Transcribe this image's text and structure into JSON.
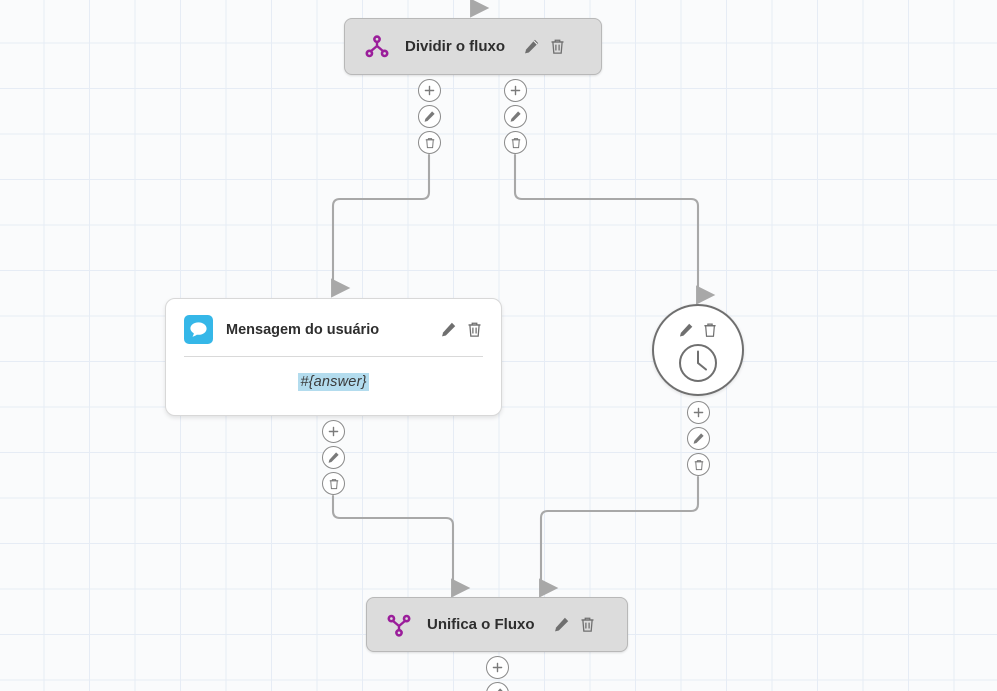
{
  "canvas": {
    "grid": true,
    "background_color": "#fafbfc",
    "grid_color": "#e6ecf5",
    "grid_size": 45.5
  },
  "palette": {
    "node_fill": "#dcdcdc",
    "node_border": "#b8b8b8",
    "card_fill": "#ffffff",
    "split_icon_color": "#9b1e9b",
    "merge_icon_color": "#9b1e9b",
    "message_icon_bg": "#35b7e8",
    "variable_highlight": "#b3dcee",
    "edge_color": "#a8a8a8",
    "action_icon_color": "#6f6f6f"
  },
  "nodes": [
    {
      "id": "split",
      "type": "split",
      "label": "Dividir o fluxo",
      "icon": "split-icon",
      "edit_label": "Editar",
      "delete_label": "Excluir"
    },
    {
      "id": "user-message",
      "type": "message",
      "label": "Mensagem do usuário",
      "icon": "message-bubble-icon",
      "body_value": "#{answer}",
      "edit_label": "Editar",
      "delete_label": "Excluir"
    },
    {
      "id": "timer",
      "type": "timer",
      "label": "",
      "icon": "clock-icon",
      "edit_label": "Editar",
      "delete_label": "Excluir"
    },
    {
      "id": "merge",
      "type": "merge",
      "label": "Unifica o Fluxo",
      "icon": "merge-icon",
      "edit_label": "Editar",
      "delete_label": "Excluir"
    }
  ],
  "connector_stacks": [
    {
      "id": "split-out-left",
      "buttons": [
        "add",
        "edit",
        "delete"
      ]
    },
    {
      "id": "split-out-right",
      "buttons": [
        "add",
        "edit",
        "delete"
      ]
    },
    {
      "id": "message-out",
      "buttons": [
        "add",
        "edit",
        "delete"
      ]
    },
    {
      "id": "timer-out",
      "buttons": [
        "add",
        "edit",
        "delete"
      ]
    },
    {
      "id": "merge-out",
      "buttons": [
        "add",
        "edit"
      ]
    }
  ],
  "connector_button_labels": {
    "add": "Adicionar",
    "edit": "Editar",
    "delete": "Excluir"
  },
  "edges": [
    {
      "from": "canvas-top",
      "to": "split"
    },
    {
      "from": "split-out-left",
      "to": "user-message"
    },
    {
      "from": "split-out-right",
      "to": "timer"
    },
    {
      "from": "message-out",
      "to": "merge"
    },
    {
      "from": "timer-out",
      "to": "merge"
    }
  ]
}
